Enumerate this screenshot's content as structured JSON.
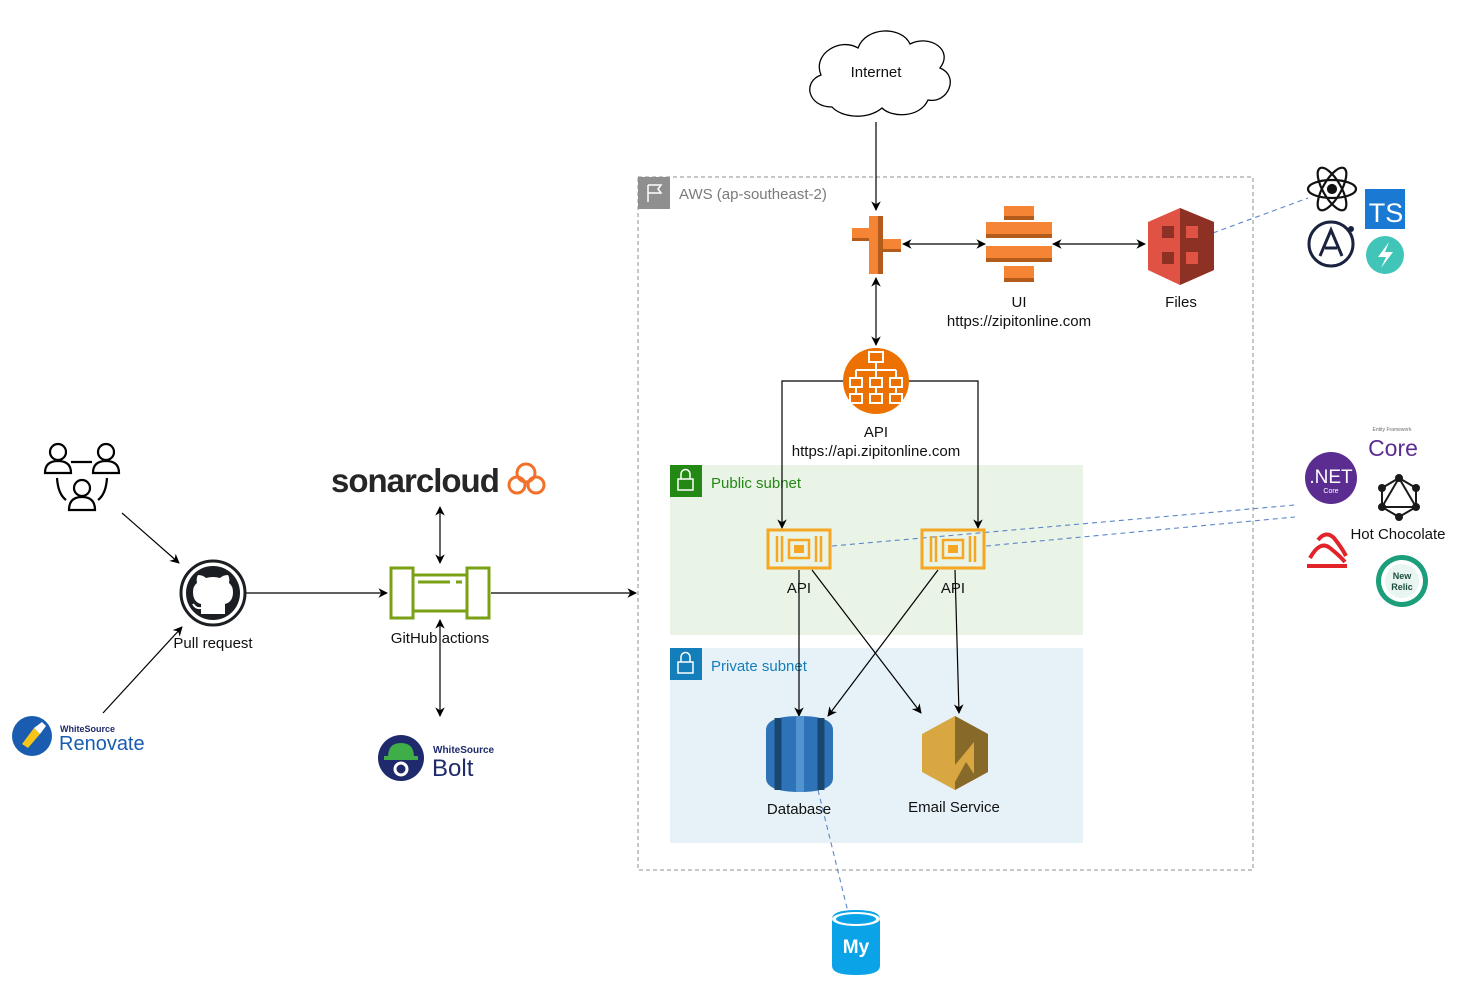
{
  "internet": {
    "label": "Internet"
  },
  "aws": {
    "label": "AWS (ap-southeast-2)"
  },
  "public_subnet": {
    "label": "Public subnet"
  },
  "private_subnet": {
    "label": "Private subnet"
  },
  "ui": {
    "label": "UI",
    "url": "https://zipitonline.com"
  },
  "files": {
    "label": "Files"
  },
  "api_lb": {
    "label": "API",
    "url": "https://api.zipitonline.com"
  },
  "api_instances": [
    {
      "label": "API"
    },
    {
      "label": "API"
    }
  ],
  "database": {
    "label": "Database"
  },
  "email": {
    "label": "Email Service"
  },
  "pull_request": {
    "label": "Pull request"
  },
  "github_actions": {
    "label": "GitHub actions"
  },
  "sonarcloud": {
    "label": "sonarcloud"
  },
  "renovate": {
    "small": "WhiteSource",
    "label": "Renovate"
  },
  "bolt": {
    "small": "WhiteSource",
    "label": "Bolt"
  },
  "tech": {
    "typescript": "TS",
    "dotnet": ".NET",
    "dotnet_sub": "Core",
    "efcore_small": "Entity Framework",
    "efcore": "Core",
    "hot_chocolate": "Hot Chocolate",
    "newrelic_1": "New",
    "newrelic_2": "Relic",
    "mysql": "My"
  },
  "colors": {
    "aws_orange": "#ED7100",
    "aws_amber": "#F58534",
    "s3_red": "#D13212",
    "rds_blue": "#2E73B8",
    "public_subnet_bg": "#E9F3E6",
    "private_subnet_bg": "#E6F2F8",
    "github_green": "#7AA116",
    "sonar_orange": "#F3702A"
  }
}
